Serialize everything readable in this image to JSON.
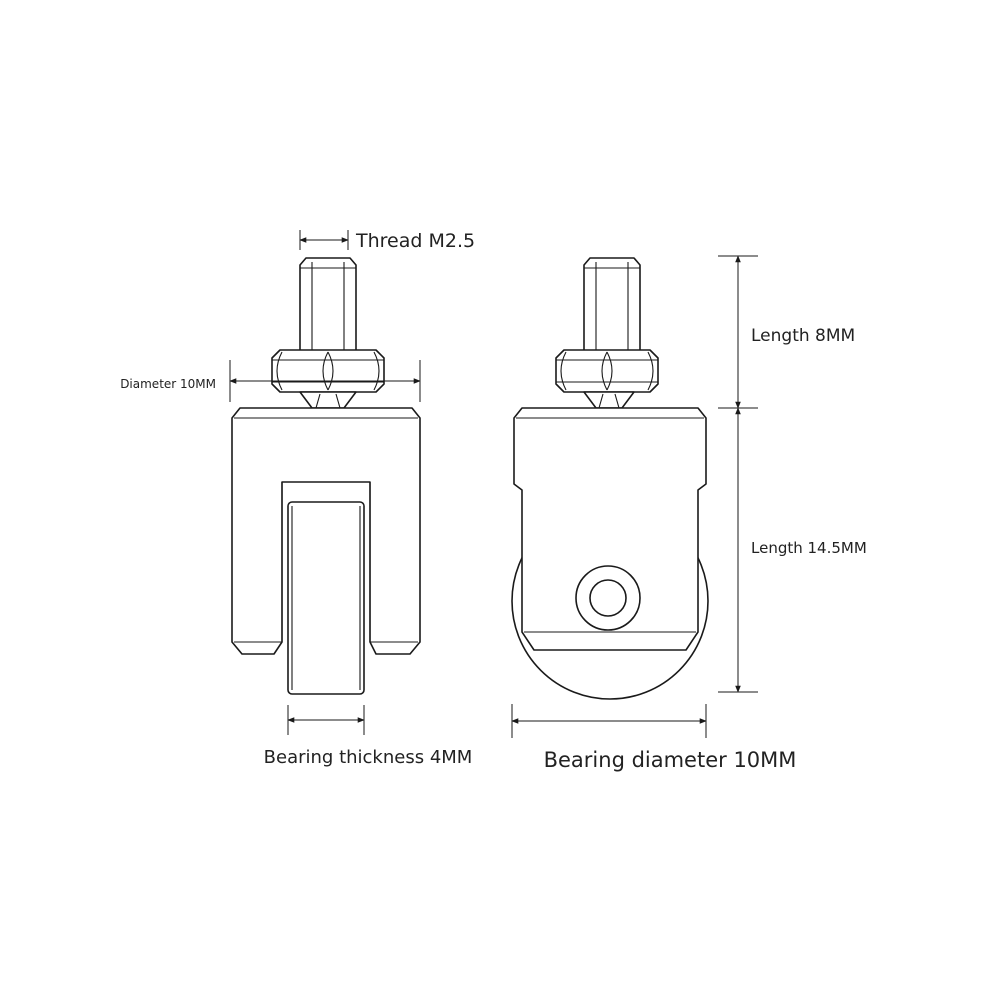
{
  "labels": {
    "thread": "Thread M2.5",
    "nut_diameter": "Diameter 10MM",
    "length_top": "Length 8MM",
    "length_body": "Length 14.5MM",
    "bearing_thickness": "Bearing thickness 4MM",
    "bearing_diameter": "Bearing diameter 10MM"
  },
  "colors": {
    "line": "#1a1a1a",
    "background": "#ffffff"
  }
}
